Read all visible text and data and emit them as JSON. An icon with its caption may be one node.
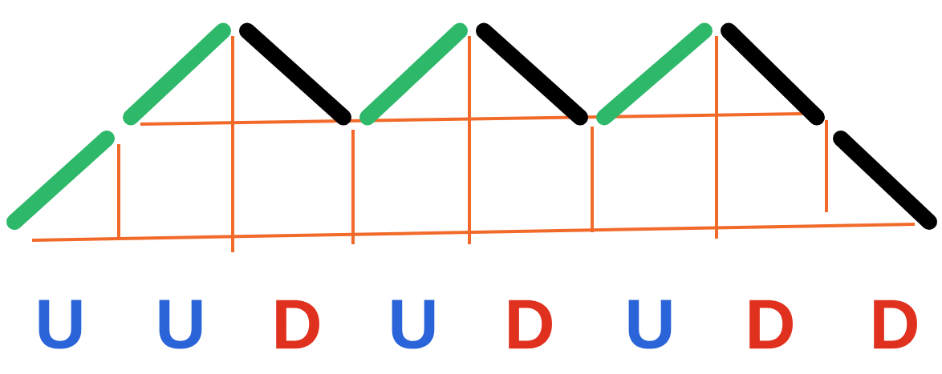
{
  "diagram": {
    "labels": [
      "U",
      "U",
      "D",
      "U",
      "D",
      "U",
      "D",
      "D"
    ]
  }
}
